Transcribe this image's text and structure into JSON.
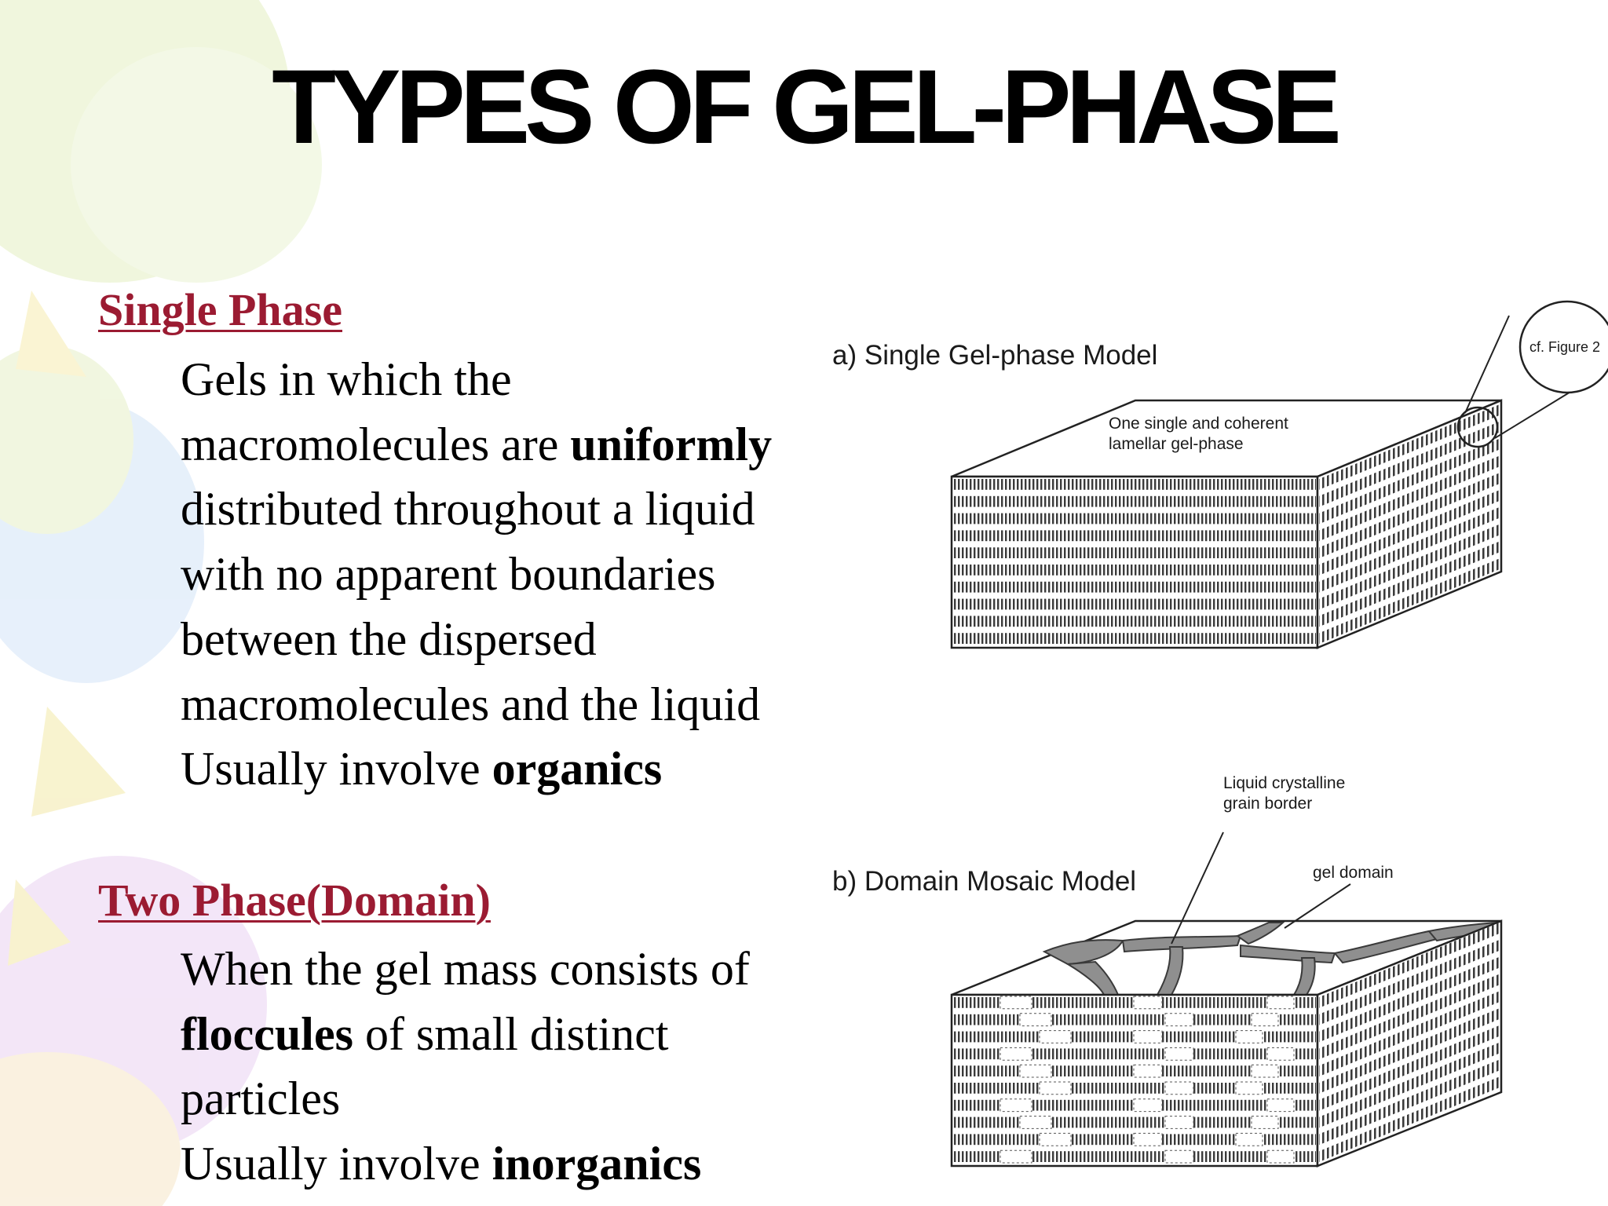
{
  "slide": {
    "title": "TYPES OF GEL-PHASE",
    "sections": [
      {
        "heading": "Single Phase",
        "lines": [
          {
            "pre": "Gels in which the",
            "bold": "",
            "post": ""
          },
          {
            "pre": "macromolecules are ",
            "bold": "uniformly",
            "post": ""
          },
          {
            "pre": "distributed throughout a liquid",
            "bold": "",
            "post": ""
          },
          {
            "pre": "with no apparent boundaries",
            "bold": "",
            "post": ""
          },
          {
            "pre": "between the dispersed",
            "bold": "",
            "post": ""
          },
          {
            "pre": "macromolecules and the liquid",
            "bold": "",
            "post": ""
          },
          {
            "pre": "Usually involve ",
            "bold": "organics",
            "post": ""
          }
        ]
      },
      {
        "heading": "Two Phase(Domain)",
        "lines": [
          {
            "pre": "When the gel mass consists of",
            "bold": "",
            "post": ""
          },
          {
            "pre": "",
            "bold": "floccules",
            "post": " of small distinct"
          },
          {
            "pre": "particles",
            "bold": "",
            "post": ""
          },
          {
            "pre": "Usually involve ",
            "bold": "inorganics",
            "post": ""
          }
        ]
      }
    ]
  },
  "figure": {
    "top_model_title": "a) Single Gel-phase Model",
    "top_annotation_line1": "One single and coherent",
    "top_annotation_line2": "lamellar gel-phase",
    "callout_label": "cf. Figure 2",
    "bottom_model_title": "b) Domain Mosaic Model",
    "border_label_line1": "Liquid crystalline",
    "border_label_line2": "grain border",
    "domain_label": "gel domain"
  },
  "colors": {
    "heading": "#9b1b32",
    "text": "#000000",
    "figure_ink": "#1a1a1a"
  }
}
